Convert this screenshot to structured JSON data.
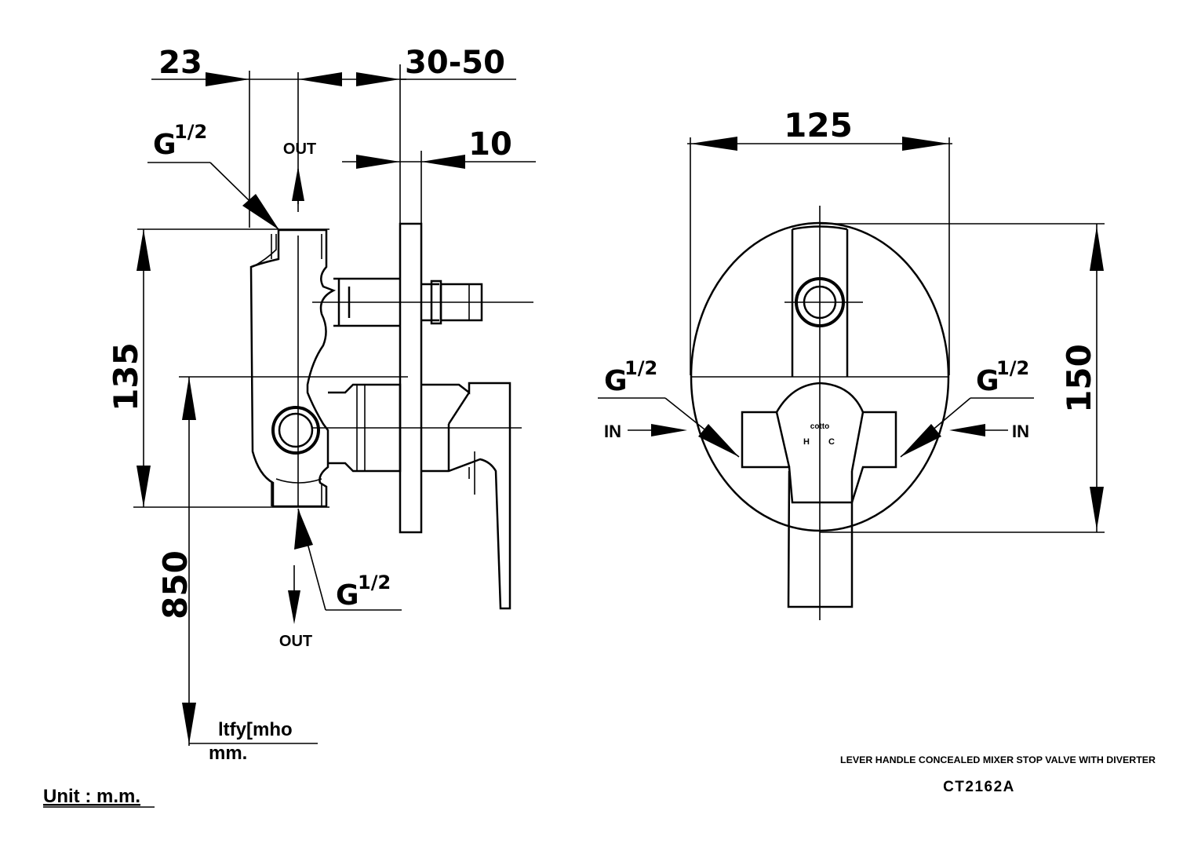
{
  "side_view": {
    "dim_top_left": "23",
    "dim_top_right": "30-50",
    "dim_plate": "10",
    "dim_height": "135",
    "dim_floor": "850",
    "thread_top": "G",
    "thread_top_frac": "1/2",
    "thread_bottom": "G",
    "thread_bottom_frac": "1/2",
    "port_out_top": "OUT",
    "port_out_bottom": "OUT",
    "floor_label": "ltfy[mho",
    "floor_unit": "mm."
  },
  "front_view": {
    "dim_width": "125",
    "dim_height": "150",
    "thread_left": "G",
    "thread_left_frac": "1/2",
    "thread_right": "G",
    "thread_right_frac": "1/2",
    "port_in_left": "IN",
    "port_in_right": "IN",
    "brand_mark": "cotto",
    "hot_mark": "H",
    "cold_mark": "C"
  },
  "footer": {
    "product_description": "LEVER HANDLE CONCEALED  MIXER STOP VALVE WITH DIVERTER",
    "model_code": "CT2162A",
    "unit_label": "Unit : m.m."
  }
}
